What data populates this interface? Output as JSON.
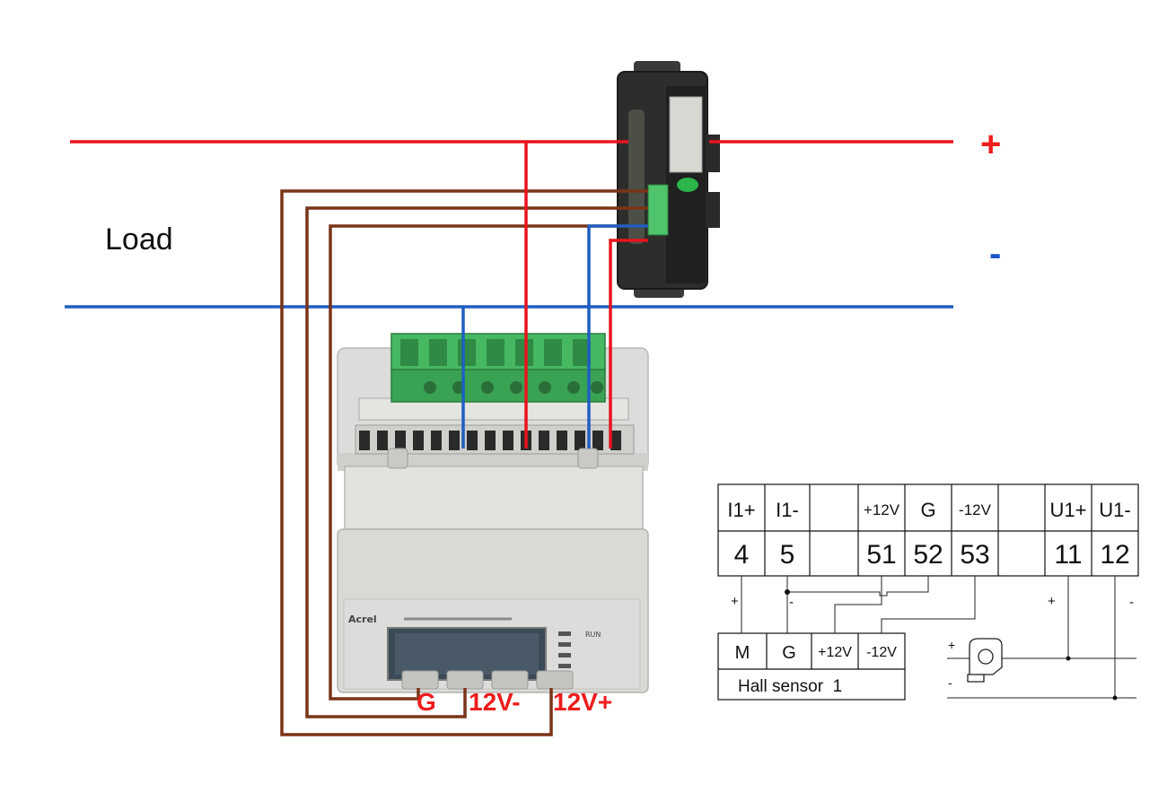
{
  "labels": {
    "load": "Load",
    "plus": "+",
    "minus": "-",
    "g": "G",
    "v12minus": "12V-",
    "v12plus": "12V+"
  },
  "meter": {
    "brand": "Acrel",
    "run_label": "RUN",
    "terminal_labels": [
      "I1+",
      "I1-",
      "U1+",
      "U1-"
    ]
  },
  "terminal_table": {
    "headers": [
      "I1+",
      "I1-",
      "",
      "+12V",
      "G",
      "-12V",
      "",
      "U1+",
      "U1-"
    ],
    "numbers": [
      "4",
      "5",
      "",
      "51",
      "52",
      "53",
      "",
      "11",
      "12"
    ]
  },
  "hall_table": {
    "headers": [
      "M",
      "G",
      "+12V",
      "-12V"
    ],
    "name": "Hall sensor  1"
  },
  "schematic_signs": {
    "i1_plus": "+",
    "i1_minus": "-",
    "u1_plus": "+",
    "u1_minus": "-",
    "sensor_plus": "+",
    "sensor_minus": "-"
  },
  "colors": {
    "positive_line": "#e8141c",
    "negative_line": "#1f5fc0",
    "sensor_wire": "#7a3417",
    "label_red": "#ee1c1c",
    "label_blue": "#1a55c8",
    "terminal_green": "#3fae5a",
    "meter_body": "#d8d8d6"
  }
}
